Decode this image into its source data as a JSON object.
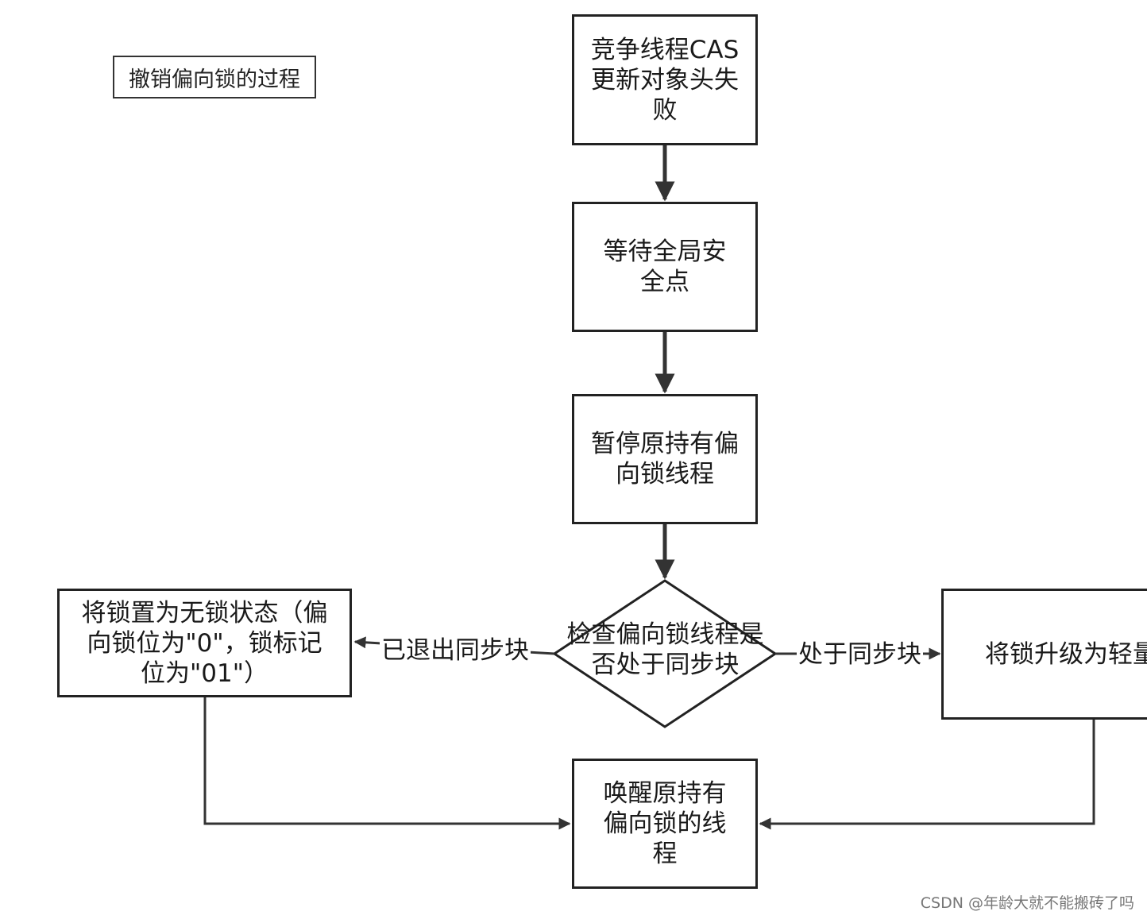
{
  "title": "撤销偏向锁的过程",
  "nodes": {
    "cas_fail": "竞争线程CAS更新对象头失败",
    "wait_safepoint": "等待全局安全点",
    "pause_thread": "暂停原持有偏向锁线程",
    "check_sync": "检查偏向锁线程是否处于同步块",
    "set_unlocked": "将锁置为无锁状态（偏向锁位为\"0\"，锁标记位为\"01\"）",
    "upgrade": "将锁升级为轻量",
    "wake_thread": "唤醒原持有偏向锁的线程"
  },
  "edge_labels": {
    "exited": "已退出同步块",
    "in_sync": "处于同步块"
  },
  "watermark": "CSDN @年龄大就不能搬砖了吗",
  "colors": {
    "stroke": "#222222",
    "background": "#ffffff"
  }
}
